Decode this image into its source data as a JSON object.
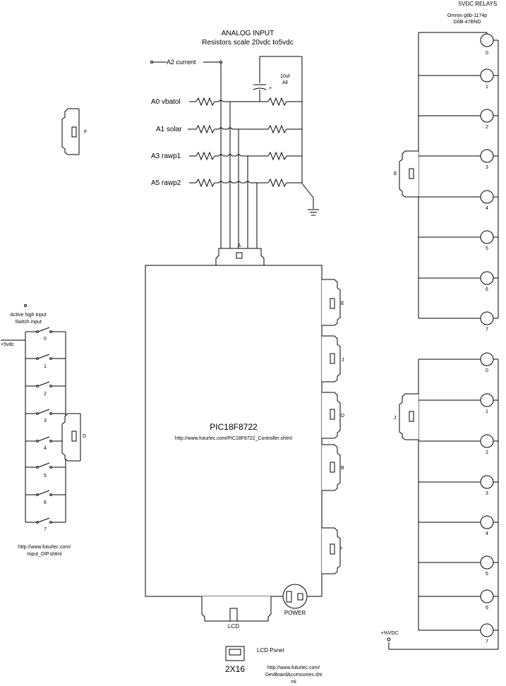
{
  "analog": {
    "title": "ANALOG INPUT",
    "subtitle": "Resistors scale 20vdc to5vdc",
    "cap_label": "10uf",
    "cap_label2": "All",
    "a2": "A2 current",
    "inputs": [
      "A0 vbatol",
      "A1 solar",
      "A3 rawp1",
      "A5 rawp2"
    ],
    "header_label": "A"
  },
  "pic": {
    "name": "PIC18F8722",
    "url": "http://www.futurlec.com/PIC18F8722_Controller.shtml",
    "lcd_label": "LCD",
    "power_label": "POWER"
  },
  "ports": {
    "e": "E",
    "j": "J",
    "d": "D",
    "b": "B",
    "f": "F"
  },
  "switches": {
    "title1": "Active high input",
    "title2": "Switch input",
    "supply": "+5vdc",
    "labels": [
      "0",
      "1",
      "2",
      "3",
      "4",
      "5",
      "6",
      "7"
    ],
    "header": "D",
    "url1": "http://www.futurlec.com/",
    "url2": "Input_DIP.shtml"
  },
  "left_header": "F",
  "relays": {
    "title": "5VDC RELAYS",
    "model1": "Omron g6b-1174p",
    "model2": "G6B-47BND",
    "upper_labels": [
      "0",
      "1",
      "2",
      "3",
      "4",
      "5",
      "6",
      "7"
    ],
    "lower_labels": [
      "0",
      "1",
      "2",
      "3",
      "4",
      "5",
      "6",
      "7"
    ],
    "upper_header": "E",
    "lower_header": "J",
    "supply": "+%VDC"
  },
  "lcd_panel": {
    "title": "LCD Psnel",
    "size": "2X16",
    "url1": "http://www.futurlec.com/",
    "url2": "DevBoardAccessories.sht",
    "url3": "ml"
  }
}
